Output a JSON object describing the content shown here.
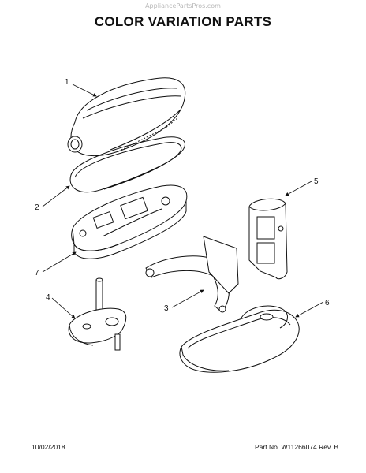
{
  "watermark": "AppliancePartsPros.com",
  "title": "COLOR VARIATION PARTS",
  "callouts": [
    "1",
    "2",
    "3",
    "4",
    "5",
    "6",
    "7"
  ],
  "footer": {
    "date": "10/02/2018",
    "part_number": "Part No. W11266074  Rev. B"
  }
}
